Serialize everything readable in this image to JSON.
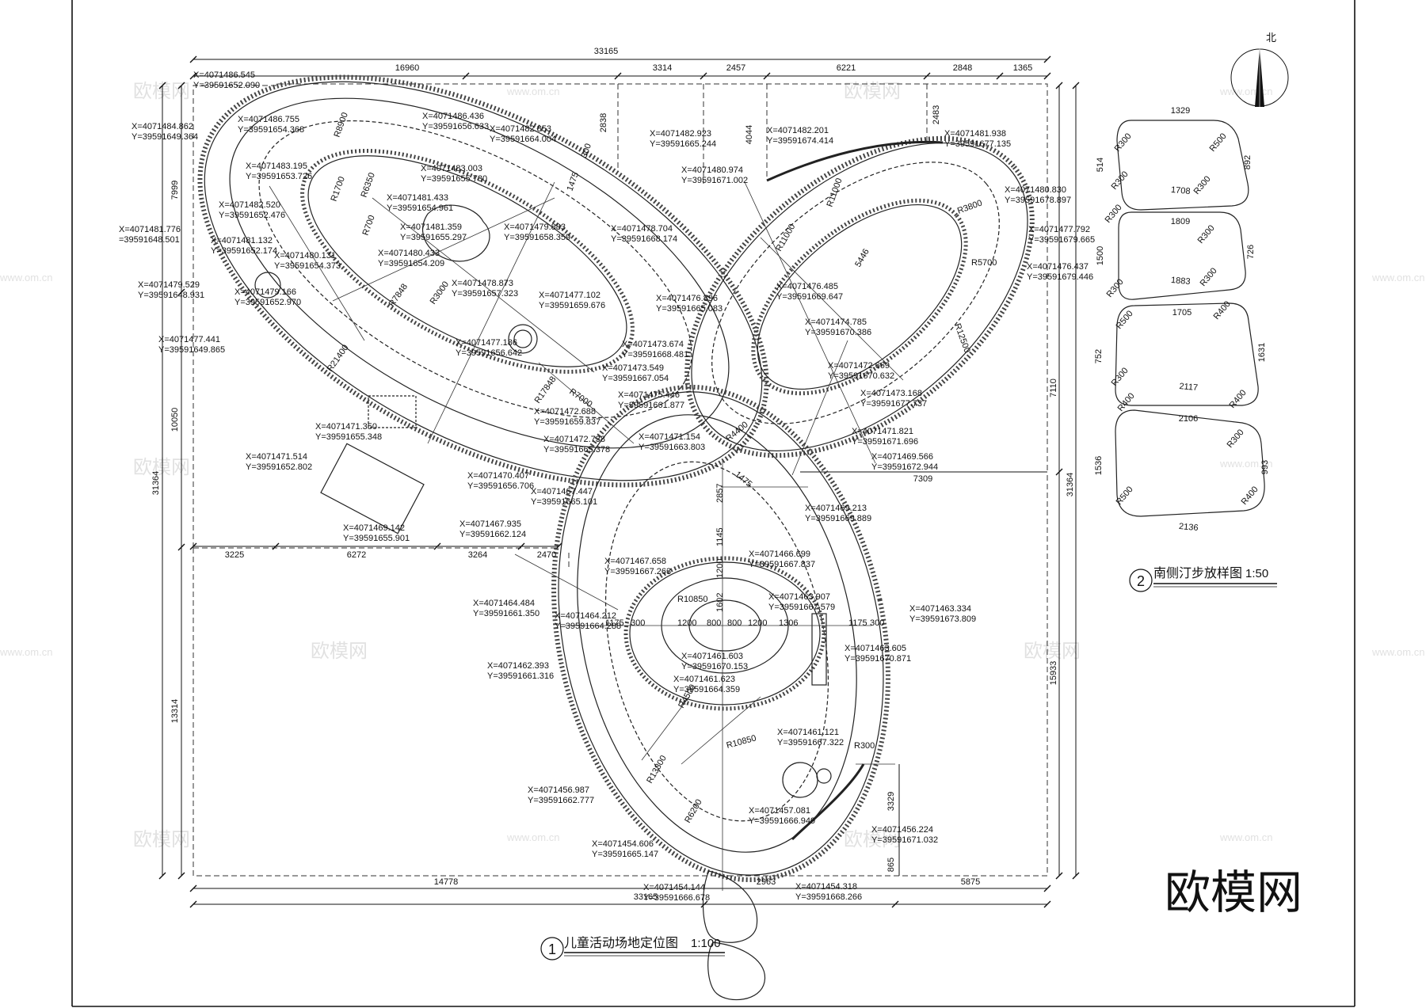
{
  "north_label": "北",
  "brand_logo": "欧模网",
  "watermark": {
    "cn": "欧模网",
    "url": "www.om.cn"
  },
  "main_drawing": {
    "number": "1",
    "title": "儿童活动场地定位图",
    "scale": "1:100",
    "top_total": "33165",
    "top_dims": [
      "16960",
      "3314",
      "2457",
      "6221",
      "2848",
      "1365"
    ],
    "bottom_total": "33165",
    "bottom_dims": [
      "14778",
      "2963",
      "5875"
    ],
    "mid_dims": [
      "3225",
      "6272",
      "3264",
      "2470"
    ],
    "left_dims": [
      "7999",
      "10050",
      "13314"
    ],
    "left_total": "31364",
    "right_dims": [
      "7110",
      "15933"
    ],
    "right_total": "31364",
    "side_dims": [
      "2838",
      "4044",
      "2483",
      "7309",
      "3329",
      "865"
    ],
    "radii": [
      "R8900",
      "R6350",
      "R1700",
      "R700",
      "R7848",
      "R3000",
      "R21400",
      "R17848",
      "R7000",
      "R11000",
      "R3800",
      "R5700",
      "R11000",
      "R12500",
      "R4400",
      "R10850",
      "R4500",
      "R10850",
      "R13800",
      "R6200",
      "R300"
    ],
    "inner_dims": [
      "1475",
      "300",
      "1475",
      "5446",
      "2857",
      "1145",
      "1200",
      "1602",
      "1200",
      "800",
      "800",
      "1200",
      "1306",
      "1175",
      "300",
      "1175",
      "300"
    ],
    "coords": [
      {
        "x": "X=4071486.545",
        "y": "Y=39591652.090"
      },
      {
        "x": "X=4071484.862",
        "y": "Y=39591649.364"
      },
      {
        "x": "X=4071486.755",
        "y": "Y=39591654.368"
      },
      {
        "x": "X=4071483.195",
        "y": "Y=39591653.726"
      },
      {
        "x": "X=4071486.436",
        "y": "Y=39591656.633"
      },
      {
        "x": "X=4071482.853",
        "y": "Y=39591664.004"
      },
      {
        "x": "X=4071483.003",
        "y": "Y=39591655.730"
      },
      {
        "x": "X=4071482.923",
        "y": "Y=39591665.244"
      },
      {
        "x": "X=4071482.201",
        "y": "Y=39591674.414"
      },
      {
        "x": "X=4071481.938",
        "y": "Y=39591677.135"
      },
      {
        "x": "X=4071480.974",
        "y": "Y=39591671.002"
      },
      {
        "x": "X=4071480.830",
        "y": "Y=39591678.897"
      },
      {
        "x": "X=4071482.520",
        "y": "Y=39591652.476"
      },
      {
        "x": "X=4071481.433",
        "y": "Y=39591654.961"
      },
      {
        "x": "X=4071481.359",
        "y": "Y=39591655.297"
      },
      {
        "x": "X=4071479.883",
        "y": "Y=39591658.359"
      },
      {
        "x": "X=4071478.704",
        "y": "Y=39591668.174"
      },
      {
        "x": "X=4071477.792",
        "y": "Y=39591679.665"
      },
      {
        "x": "X=4071481.776",
        "y": "=39591648.501"
      },
      {
        "x": "X=4071481.132",
        "y": "Y=39591652.174"
      },
      {
        "x": "X=4071480.131",
        "y": "Y=39591654.373"
      },
      {
        "x": "X=4071480.433",
        "y": "Y=39591654.209"
      },
      {
        "x": "X=4071476.437",
        "y": "Y=39591679.446"
      },
      {
        "x": "X=4071479.529",
        "y": "Y=39591648.931"
      },
      {
        "x": "X=4071479.166",
        "y": "Y=39591652.970"
      },
      {
        "x": "X=4071478.873",
        "y": "Y=39591657.323"
      },
      {
        "x": "X=4071477.102",
        "y": "Y=39591659.676"
      },
      {
        "x": "X=4071476.896",
        "y": "Y=39591665.083"
      },
      {
        "x": "X=4071476.485",
        "y": "Y=39591669.647"
      },
      {
        "x": "X=4071477.441",
        "y": "Y=39591649.865"
      },
      {
        "x": "X=4071477.186",
        "y": "Y=39591656.642"
      },
      {
        "x": "X=4071474.785",
        "y": "Y=39591670.386"
      },
      {
        "x": "X=4071473.674",
        "y": "Y=39591668.481"
      },
      {
        "x": "X=4071473.549",
        "y": "Y=39591667.054"
      },
      {
        "x": "X=4071475.446",
        "y": "Y=39591661.877"
      },
      {
        "x": "X=4071472.669",
        "y": "Y=39591670.632"
      },
      {
        "x": "X=4071473.168",
        "y": "Y=39591677.737"
      },
      {
        "x": "X=4071472.688",
        "y": "Y=39591659.837"
      },
      {
        "x": "X=4071472.738",
        "y": "Y=39591665.378"
      },
      {
        "x": "X=4071471.154",
        "y": "Y=39591663.803"
      },
      {
        "x": "X=4071471.821",
        "y": "Y=39591671.696"
      },
      {
        "x": "X=4071471.350",
        "y": "Y=39591655.348"
      },
      {
        "x": "X=4071471.514",
        "y": "Y=39591652.802"
      },
      {
        "x": "X=4071469.566",
        "y": "Y=39591672.944"
      },
      {
        "x": "X=4071470.407",
        "y": "Y=39591656.706"
      },
      {
        "x": "X=4071467.447",
        "y": "Y=39591665.101"
      },
      {
        "x": "X=4071469.213",
        "y": "Y=39591669.889"
      },
      {
        "x": "X=4071467.935",
        "y": "Y=39591662.124"
      },
      {
        "x": "X=4071469.142",
        "y": "Y=39591655.901"
      },
      {
        "x": "X=4071466.699",
        "y": "Y=39591667.837"
      },
      {
        "x": "X=4071467.658",
        "y": "Y=39591667.263"
      },
      {
        "x": "X=4071464.484",
        "y": "Y=39591661.350"
      },
      {
        "x": "X=4071463.907",
        "y": "Y=39591667.579"
      },
      {
        "x": "X=4071463.334",
        "y": "Y=39591673.809"
      },
      {
        "x": "X=4071464.212",
        "y": "Y=39591664.288"
      },
      {
        "x": "X=4071463.605",
        "y": "Y=39591670.871"
      },
      {
        "x": "X=4071462.393",
        "y": "Y=39591661.316"
      },
      {
        "x": "X=4071461.603",
        "y": "Y=39591670.153"
      },
      {
        "x": "X=4071461.623",
        "y": "Y=39591664.359"
      },
      {
        "x": "X=4071461.121",
        "y": "Y=39591667.322"
      },
      {
        "x": "X=4071456.987",
        "y": "Y=39591662.777"
      },
      {
        "x": "X=4071457.081",
        "y": "Y=39591666.949"
      },
      {
        "x": "X=4071456.224",
        "y": "Y=39591671.032"
      },
      {
        "x": "X=4071454.606",
        "y": "Y=39591665.147"
      },
      {
        "x": "X=4071454.144",
        "y": "Y=39591666.678"
      },
      {
        "x": "X=4071454.318",
        "y": "Y=39591668.266"
      }
    ]
  },
  "detail_drawing": {
    "number": "2",
    "title": "南侧汀步放样图",
    "scale": "1:50",
    "stones": [
      {
        "top": "1329",
        "bottom": "1708",
        "left": "514",
        "right": "892",
        "r": [
          "R300",
          "R500",
          "R300",
          "R300"
        ]
      },
      {
        "top": "1809",
        "bottom": "1883",
        "left": "1500",
        "right": "726",
        "r": [
          "R300",
          "R300",
          "R300",
          "R300"
        ]
      },
      {
        "top": "1705",
        "bottom": "2117",
        "left": "752",
        "right": "1631",
        "r": [
          "R500",
          "R400",
          "R300",
          "R400"
        ]
      },
      {
        "top": "2106",
        "bottom": "2136",
        "left": "1536",
        "right": "993",
        "r": [
          "R400",
          "R300",
          "R500",
          "R400"
        ]
      }
    ]
  }
}
